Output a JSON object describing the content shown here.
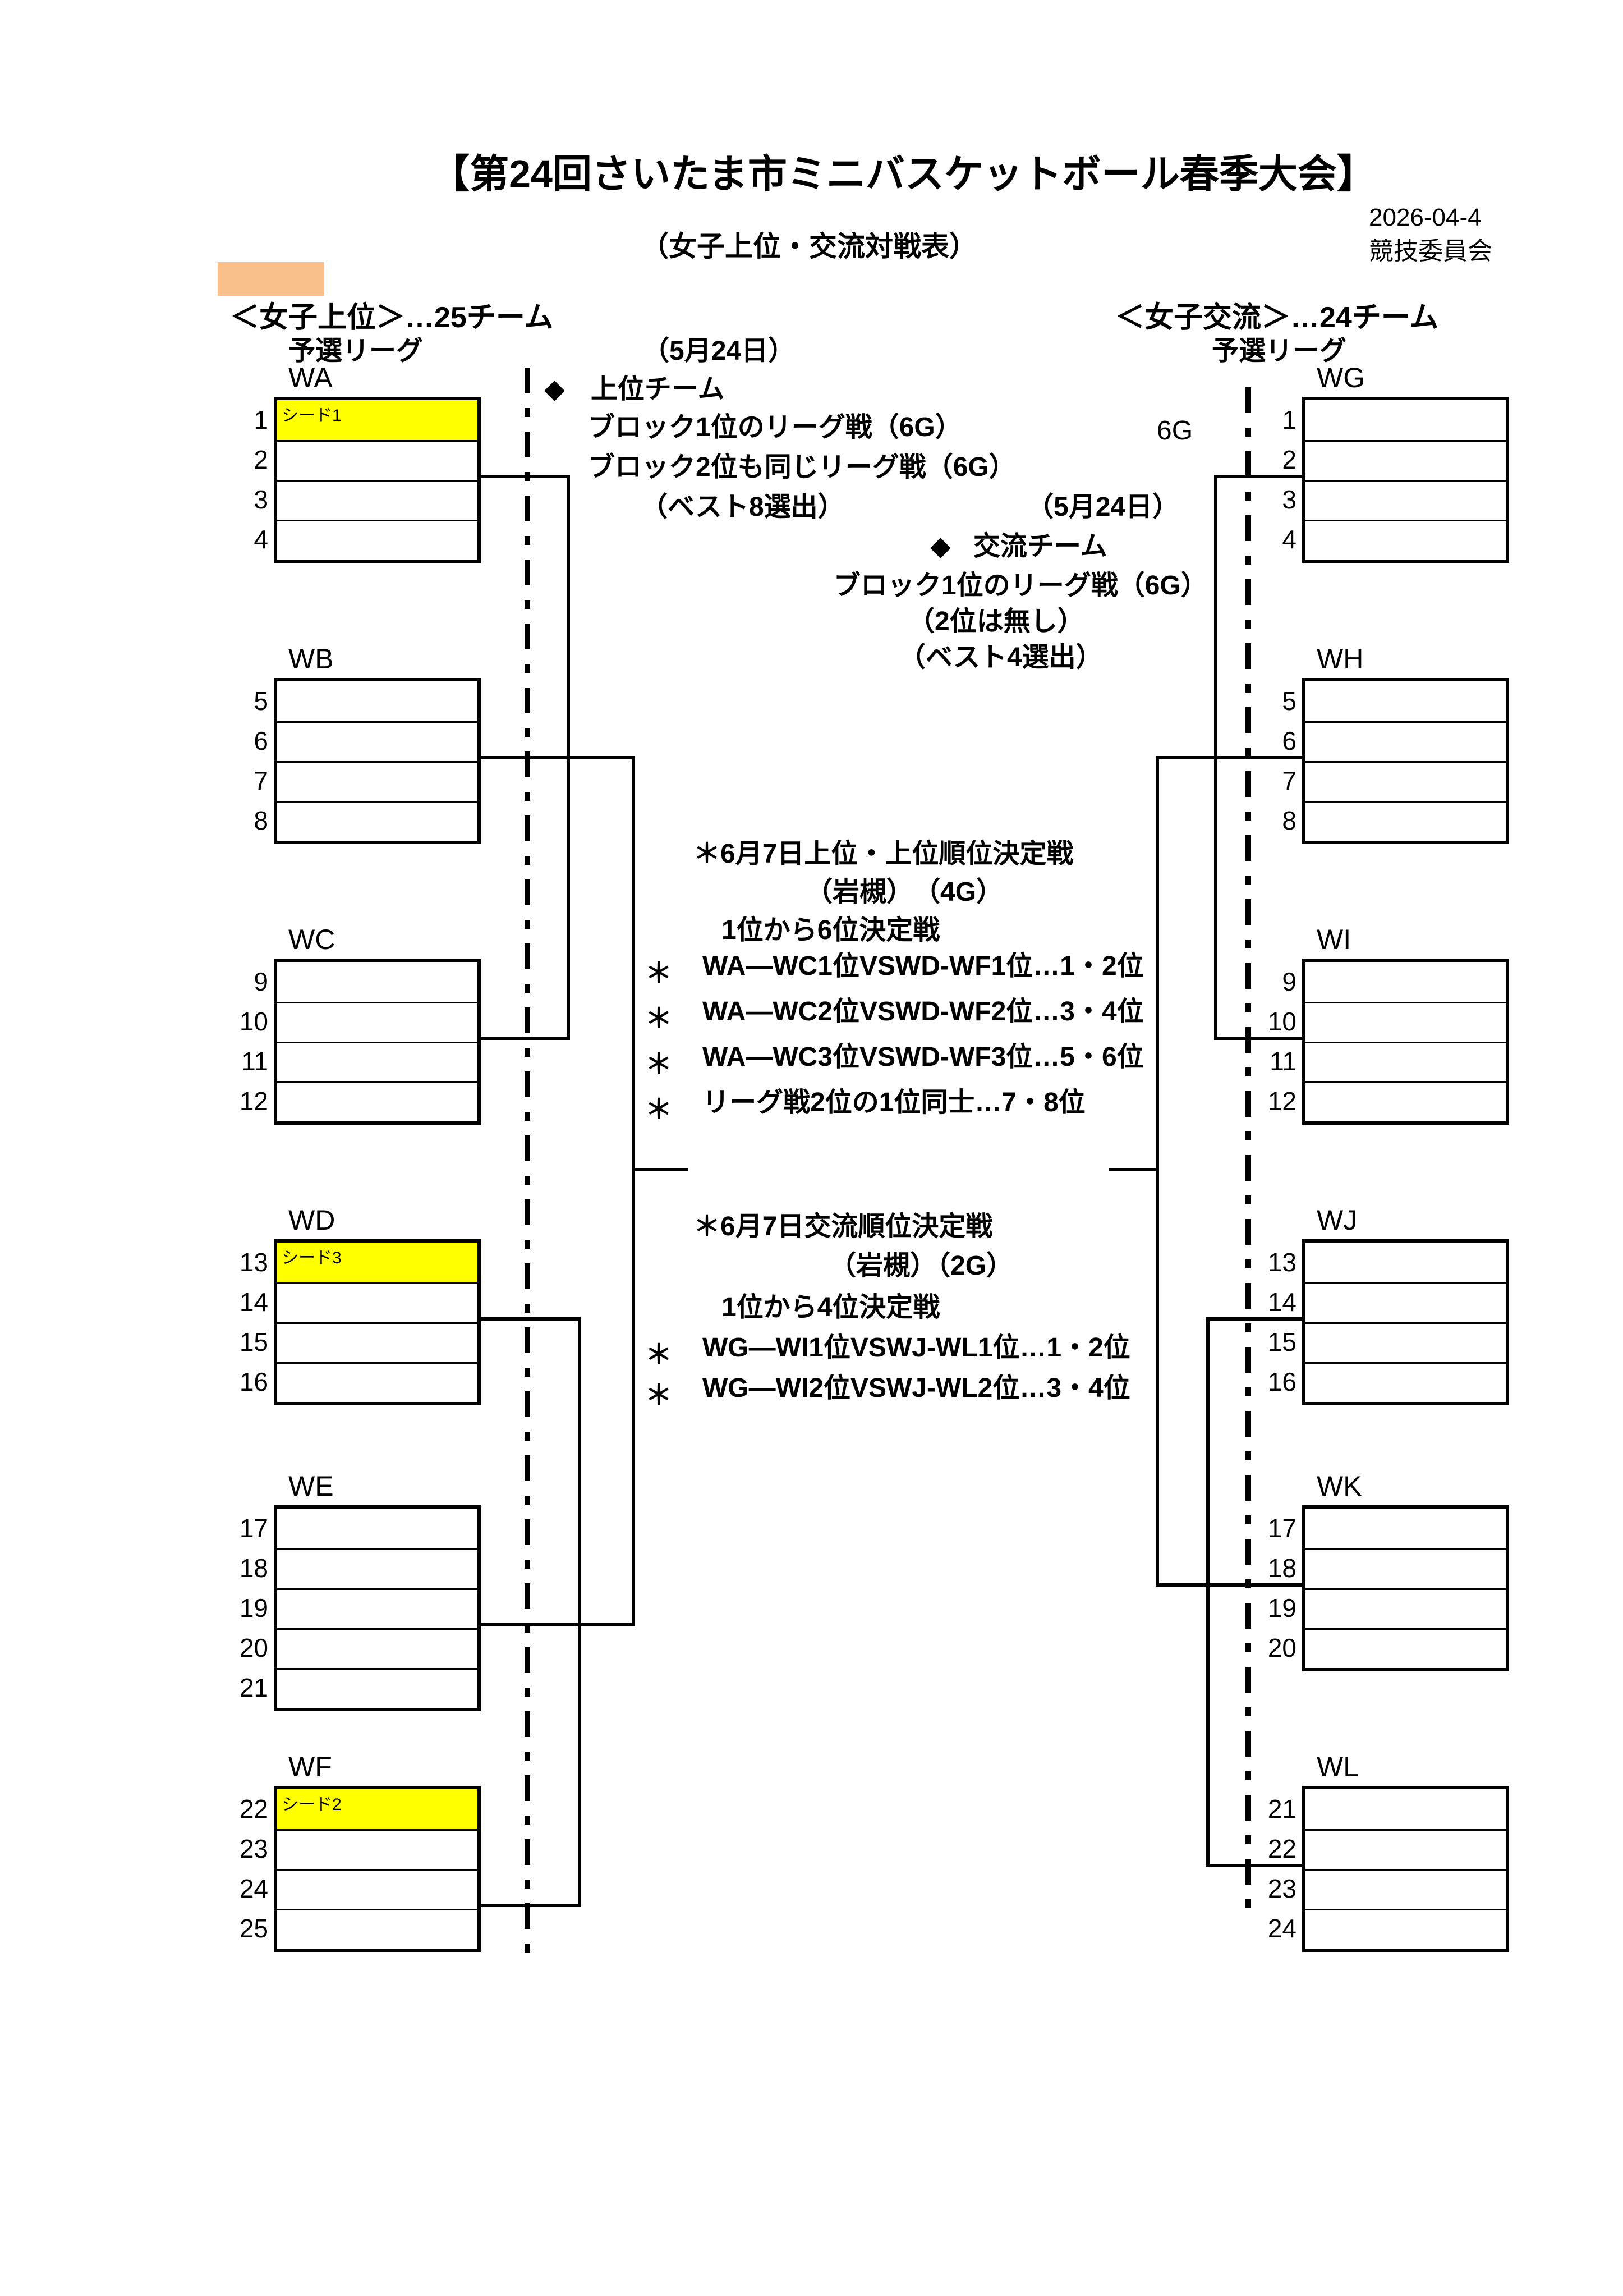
{
  "header": {
    "title": "【第24回さいたま市ミニバスケットボール春季大会】",
    "date": "2026-04-4",
    "subtitle": "（女子上位・交流対戦表）",
    "committee": "競技委員会"
  },
  "upper": {
    "heading": "＜女子上位＞…25チーム",
    "league_label": "予選リーグ",
    "date_label": "（5月24日）",
    "notes": {
      "diamond": "◆",
      "team": "上位チーム",
      "line1": "ブロック1位のリーグ戦（6G）",
      "line2": "ブロック2位も同じリーグ戦（6G）",
      "line3": "（ベスト8選出）"
    },
    "blocks": [
      {
        "name": "WA",
        "rows": [
          {
            "num": "1",
            "seed": "シード1"
          },
          {
            "num": "2"
          },
          {
            "num": "3"
          },
          {
            "num": "4"
          }
        ]
      },
      {
        "name": "WB",
        "rows": [
          {
            "num": "5"
          },
          {
            "num": "6"
          },
          {
            "num": "7"
          },
          {
            "num": "8"
          }
        ]
      },
      {
        "name": "WC",
        "rows": [
          {
            "num": "9"
          },
          {
            "num": "10"
          },
          {
            "num": "11"
          },
          {
            "num": "12"
          }
        ]
      },
      {
        "name": "WD",
        "rows": [
          {
            "num": "13",
            "seed": "シード3"
          },
          {
            "num": "14"
          },
          {
            "num": "15"
          },
          {
            "num": "16"
          }
        ]
      },
      {
        "name": "WE",
        "rows": [
          {
            "num": "17"
          },
          {
            "num": "18"
          },
          {
            "num": "19"
          },
          {
            "num": "20"
          },
          {
            "num": "21"
          }
        ]
      },
      {
        "name": "WF",
        "rows": [
          {
            "num": "22",
            "seed": "シード2"
          },
          {
            "num": "23"
          },
          {
            "num": "24"
          },
          {
            "num": "25"
          }
        ]
      }
    ]
  },
  "exchange": {
    "heading": "＜女子交流＞…24チーム",
    "league_label": "予選リーグ",
    "date_label": "（5月24日）",
    "game_count": "6G",
    "notes": {
      "diamond": "◆",
      "team": "交流チーム",
      "line1": "ブロック1位のリーグ戦（6G）",
      "line2": "（2位は無し）",
      "line3": "（ベスト4選出）"
    },
    "blocks": [
      {
        "name": "WG",
        "rows": [
          {
            "num": "1"
          },
          {
            "num": "2"
          },
          {
            "num": "3"
          },
          {
            "num": "4"
          }
        ]
      },
      {
        "name": "WH",
        "rows": [
          {
            "num": "5"
          },
          {
            "num": "6"
          },
          {
            "num": "7"
          },
          {
            "num": "8"
          }
        ]
      },
      {
        "name": "WI",
        "rows": [
          {
            "num": "9"
          },
          {
            "num": "10"
          },
          {
            "num": "11"
          },
          {
            "num": "12"
          }
        ]
      },
      {
        "name": "WJ",
        "rows": [
          {
            "num": "13"
          },
          {
            "num": "14"
          },
          {
            "num": "15"
          },
          {
            "num": "16"
          }
        ]
      },
      {
        "name": "WK",
        "rows": [
          {
            "num": "17"
          },
          {
            "num": "18"
          },
          {
            "num": "19"
          },
          {
            "num": "20"
          }
        ]
      },
      {
        "name": "WL",
        "rows": [
          {
            "num": "21"
          },
          {
            "num": "22"
          },
          {
            "num": "23"
          },
          {
            "num": "24"
          }
        ]
      }
    ]
  },
  "upper_playoff": {
    "title": "＊6月7日上位・上位順位決定戦",
    "venue": "（岩槻）　（4G）",
    "subtitle": "1位から6位決定戦",
    "matches": [
      {
        "mark": "＊",
        "text": "WA—WC1位VSWD-WF1位…1・2位"
      },
      {
        "mark": "＊",
        "text": "WA—WC2位VSWD-WF2位…3・4位"
      },
      {
        "mark": "＊",
        "text": "WA—WC3位VSWD-WF3位…5・6位"
      },
      {
        "mark": "＊",
        "text": "リーグ戦2位の1位同士…7・8位"
      }
    ]
  },
  "exchange_playoff": {
    "title": "＊6月7日交流順位決定戦",
    "venue": "（岩槻）（2G）",
    "subtitle": "1位から4位決定戦",
    "matches": [
      {
        "mark": "＊",
        "text": "WG—WI1位VSWJ-WL1位…1・2位"
      },
      {
        "mark": "＊",
        "text": "WG—WI2位VSWJ-WL2位…3・4位"
      }
    ]
  }
}
